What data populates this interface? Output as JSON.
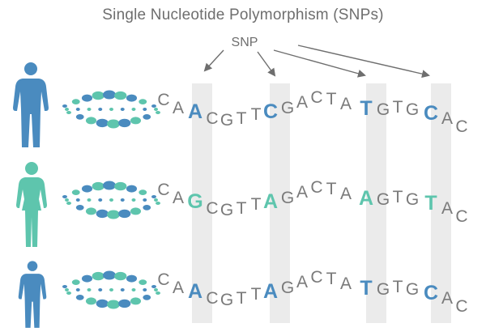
{
  "title": "Single Nucleotide Polymorphism (SNPs)",
  "snp_label": "SNP",
  "colors": {
    "blue": "#4a8bbf",
    "teal": "#5ec5ad",
    "text": "#7a7a7a",
    "column": "#ebebeb",
    "arrow": "#6e6e6e"
  },
  "rows": [
    {
      "figure": "male-figure",
      "color": "blue",
      "bases": [
        "C",
        "A",
        "A",
        "C",
        "G",
        "T",
        "T",
        "C",
        "G",
        "A",
        "C",
        "T",
        "A",
        "T",
        "G",
        "T",
        "G",
        "C",
        "A",
        "C"
      ]
    },
    {
      "figure": "female-figure",
      "color": "teal",
      "bases": [
        "C",
        "A",
        "G",
        "C",
        "G",
        "T",
        "T",
        "A",
        "G",
        "A",
        "C",
        "T",
        "A",
        "A",
        "G",
        "T",
        "G",
        "T",
        "A",
        "C"
      ]
    },
    {
      "figure": "male-figure",
      "color": "blue",
      "bases": [
        "C",
        "A",
        "A",
        "C",
        "G",
        "T",
        "T",
        "A",
        "G",
        "A",
        "C",
        "T",
        "A",
        "T",
        "G",
        "T",
        "G",
        "C",
        "A",
        "C"
      ]
    }
  ],
  "snp_positions": [
    2,
    7,
    13,
    17
  ]
}
